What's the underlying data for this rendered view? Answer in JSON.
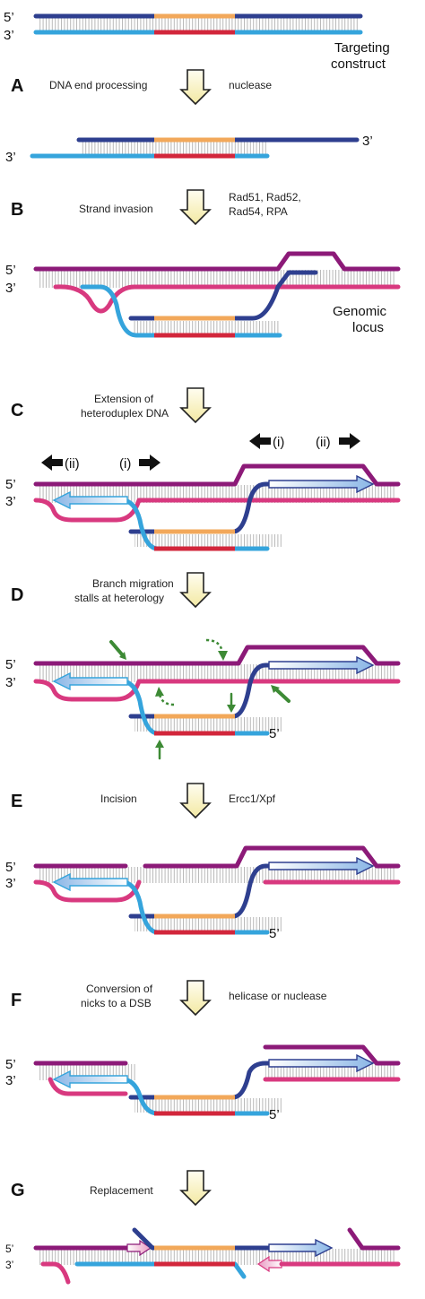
{
  "colors": {
    "donor_top": "#2e3f8f",
    "donor_bottom": "#35a4dc",
    "insert_top": "#f2a85a",
    "insert_bottom": "#d2263b",
    "genomic_top": "#8c1a78",
    "genomic_bottom": "#d8397f",
    "annotation_arrow": "#3d8a35",
    "process_arrow_fill": "#fbf6c5",
    "process_arrow_stroke": "#222222"
  },
  "labels": {
    "five_prime": "5’",
    "three_prime": "3’",
    "targeting_construct_1": "Targeting",
    "targeting_construct_2": "construct",
    "genomic_locus_1": "Genomic",
    "genomic_locus_2": "locus",
    "dir_i": "(i)",
    "dir_ii": "(ii)"
  },
  "steps": [
    {
      "letter": "A",
      "left": [
        "DNA end processing"
      ],
      "right": [
        "nuclease"
      ]
    },
    {
      "letter": "B",
      "left": [
        "Strand invasion"
      ],
      "right": [
        "Rad51, Rad52,",
        "Rad54, RPA"
      ]
    },
    {
      "letter": "C",
      "left": [
        "Extension of",
        "heteroduplex DNA"
      ],
      "right": []
    },
    {
      "letter": "D",
      "left": [
        "Branch migration",
        "stalls at heterology"
      ],
      "right": []
    },
    {
      "letter": "E",
      "left": [
        "Incision"
      ],
      "right": [
        "Ercc1/Xpf"
      ]
    },
    {
      "letter": "F",
      "left": [
        "Conversion of",
        "nicks to a DSB"
      ],
      "right": [
        "helicase or nuclease"
      ]
    },
    {
      "letter": "G",
      "left": [
        "Replacement"
      ],
      "right": []
    }
  ]
}
